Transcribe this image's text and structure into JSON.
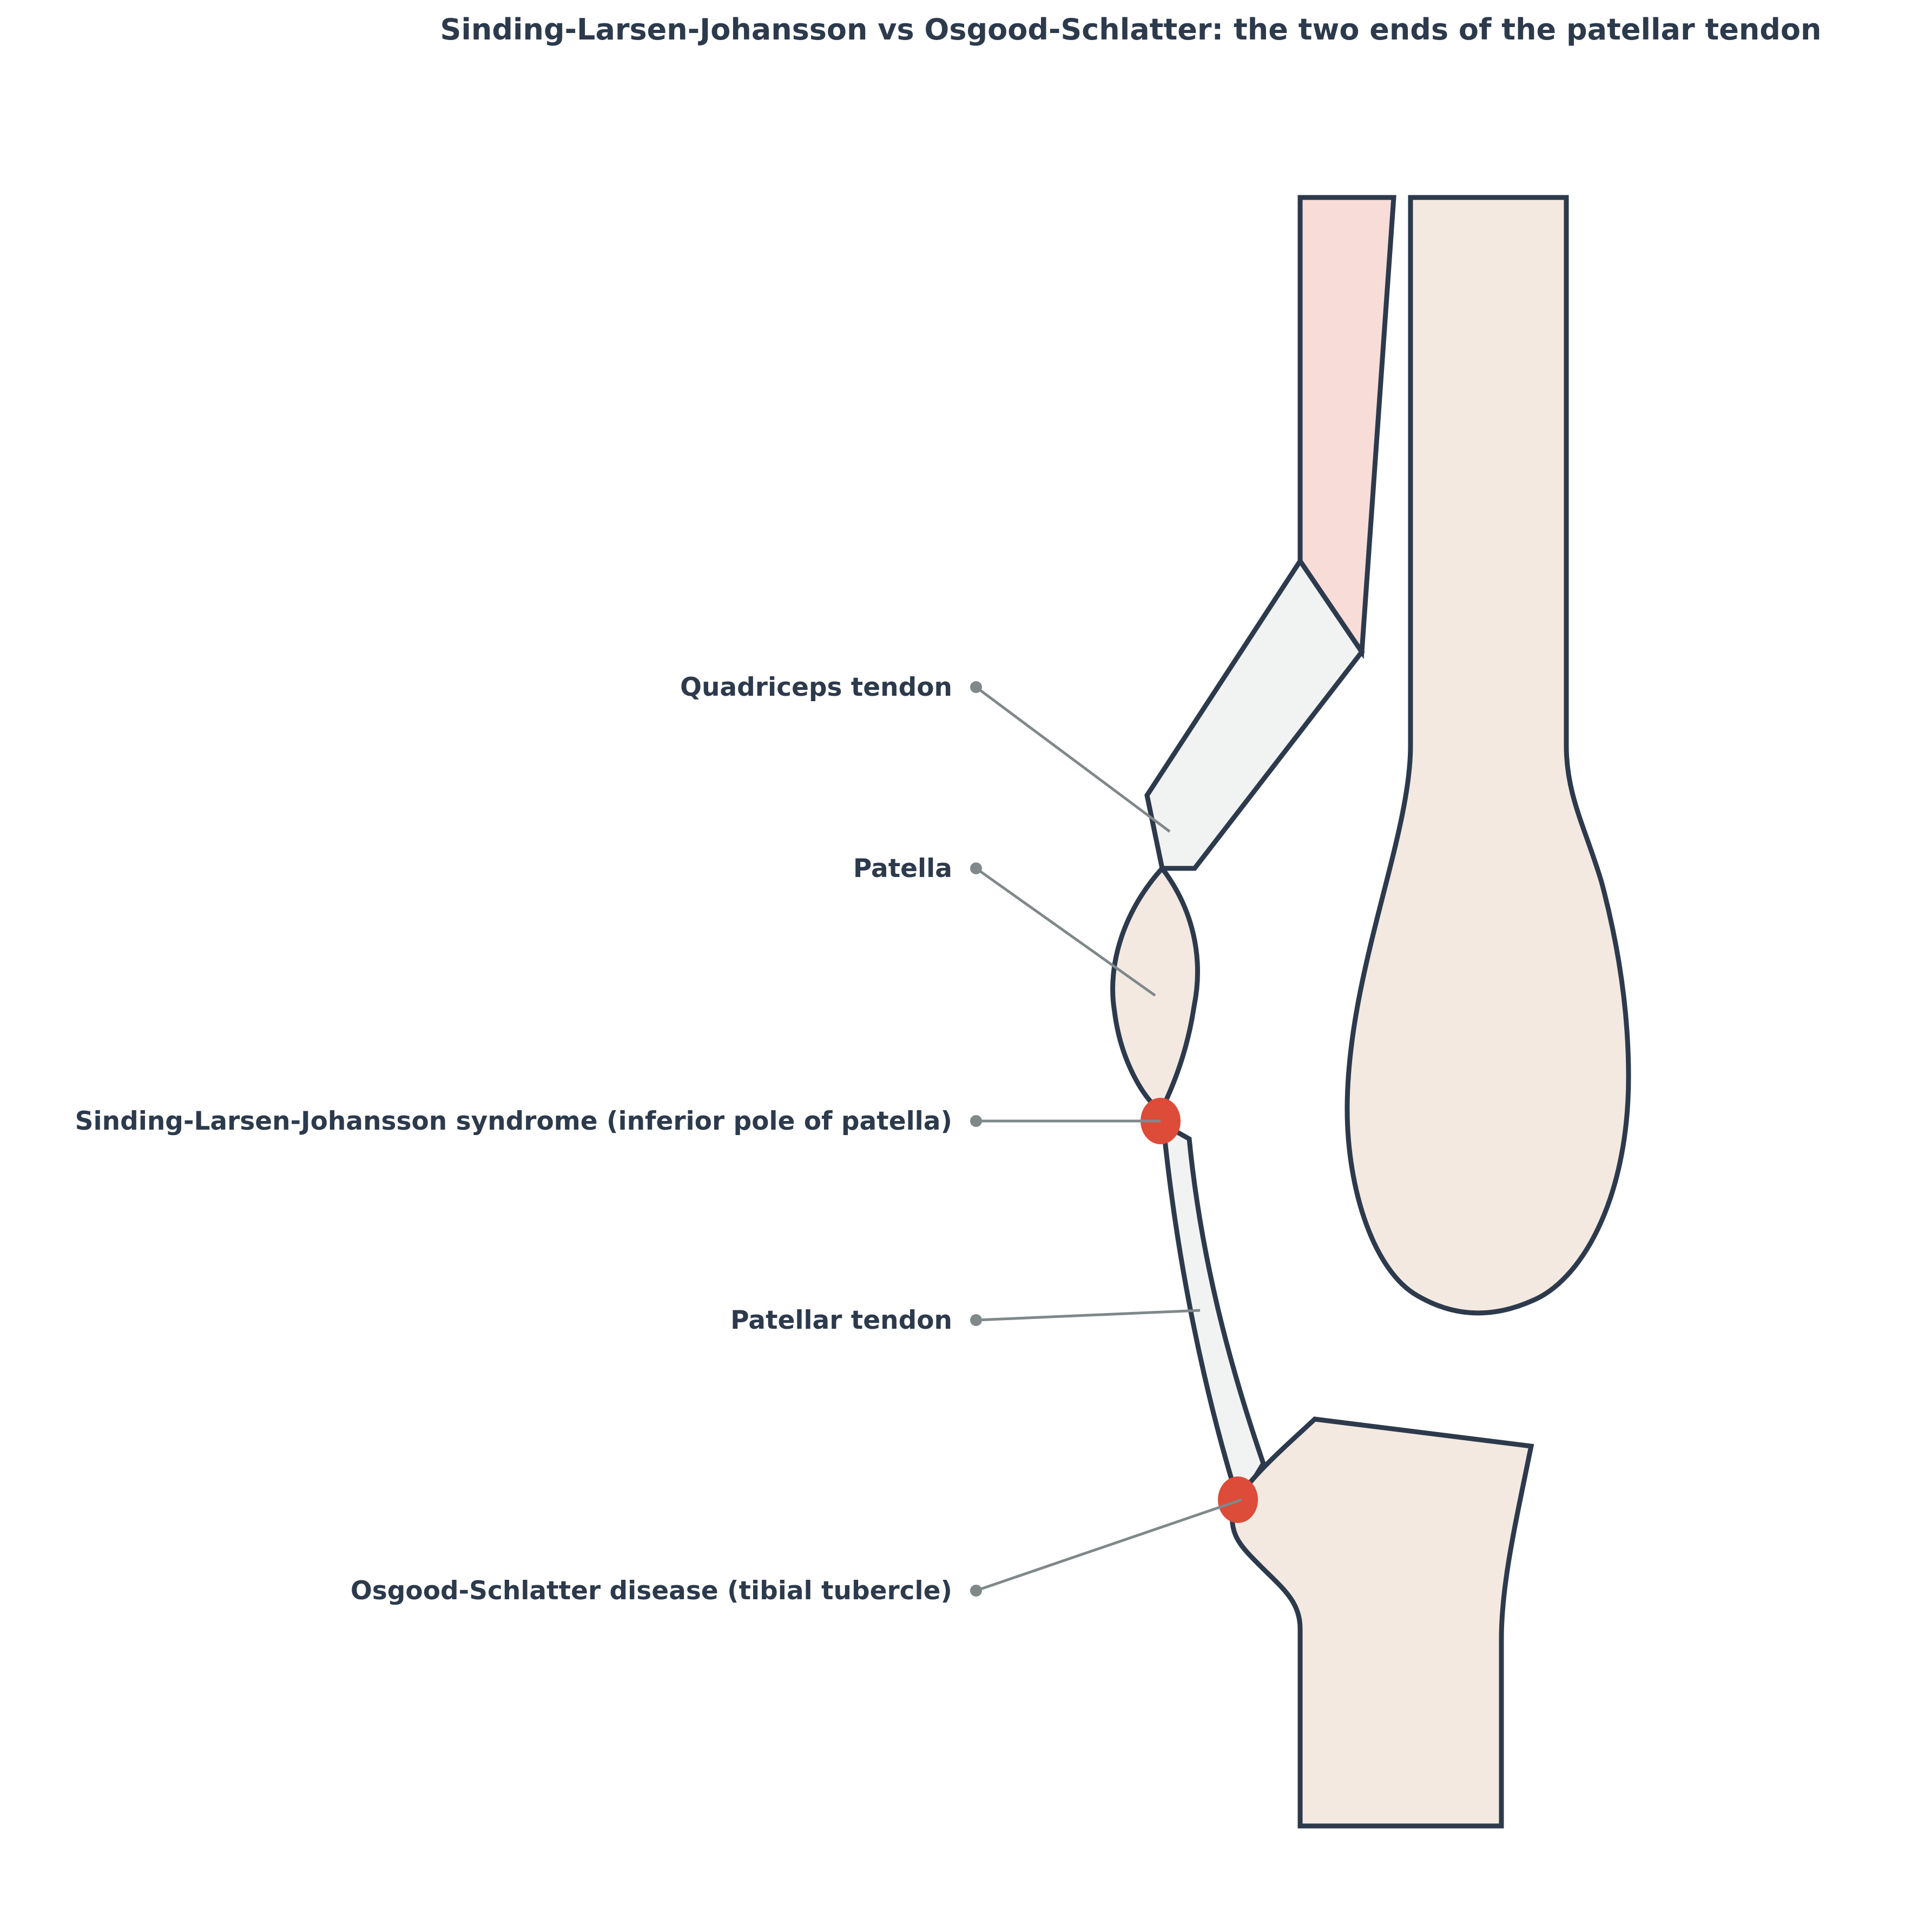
{
  "title": "Sinding-Larsen-Johansson vs Osgood-Schlatter: the two ends of the patellar tendon",
  "labels": {
    "quadriceps_tendon": "Quadriceps tendon",
    "patella": "Patella",
    "slj_syndrome": "Sinding-Larsen-Johansson syndrome (inferior pole of patella)",
    "patellar_tendon": "Patellar tendon",
    "osgood_schlatter": "Osgood-Schlatter disease (tibial tubercle)"
  },
  "colors": {
    "outline": "#2c3a4c",
    "bone_fill": "#f3e9e1",
    "tendon_fill": "#f1f3f2",
    "muscle_fill": "#f8dcd8",
    "lesion": "#dd4b39",
    "leader": "#80888a",
    "text": "#2c3a4c"
  },
  "icons": {
    "lesion_marker": "red-dot",
    "label_anchor": "grey-dot"
  }
}
